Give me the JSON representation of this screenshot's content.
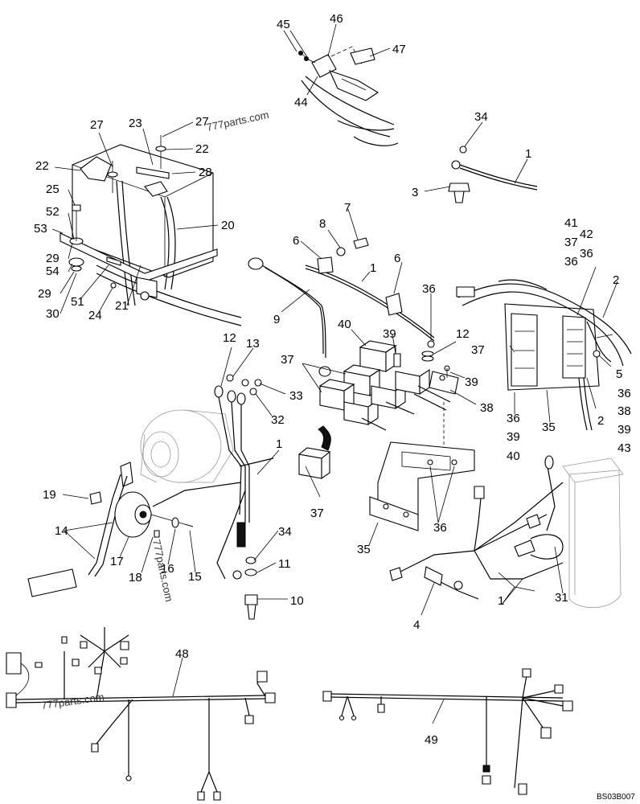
{
  "figure_code": "BS03B007",
  "watermarks": [
    "777parts.com",
    "777parts.com",
    "777parts.com"
  ],
  "callouts": [
    "45",
    "46",
    "47",
    "44",
    "34",
    "1",
    "3",
    "27",
    "23",
    "27",
    "22",
    "22",
    "28",
    "25",
    "52",
    "53",
    "29",
    "54",
    "29",
    "30",
    "51",
    "24",
    "21",
    "20",
    "7",
    "8",
    "6",
    "6",
    "1",
    "9",
    "41",
    "37",
    "36",
    "42",
    "36",
    "2",
    "40",
    "39",
    "36",
    "12",
    "37",
    "37",
    "39",
    "38",
    "5",
    "36",
    "38",
    "39",
    "43",
    "2",
    "35",
    "36",
    "39",
    "40",
    "12",
    "13",
    "33",
    "32",
    "1",
    "19",
    "14",
    "17",
    "18",
    "16",
    "15",
    "34",
    "11",
    "10",
    "37",
    "35",
    "36",
    "4",
    "1",
    "31",
    "48",
    "49"
  ],
  "colors": {
    "ink": "#000000",
    "watermark": "#333333",
    "ghost": "#9a9a9a",
    "background": "#ffffff"
  }
}
